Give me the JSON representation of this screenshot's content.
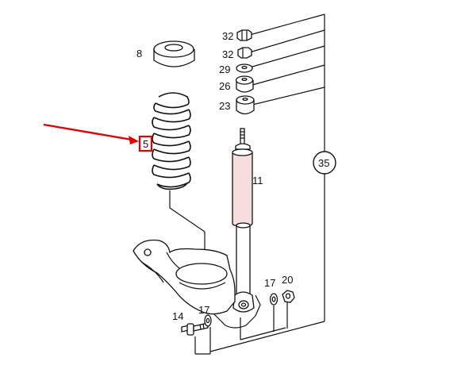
{
  "callouts": {
    "c8": "8",
    "c5": "5",
    "c32a": "32",
    "c32b": "32",
    "c29": "29",
    "c26": "26",
    "c23": "23",
    "c11": "11",
    "c35": "35",
    "c17a": "17",
    "c20": "20",
    "c17b": "17",
    "c14": "14"
  },
  "colors": {
    "highlight": "#e00000",
    "line": "#111111",
    "shock_tint": "#f6dede"
  }
}
